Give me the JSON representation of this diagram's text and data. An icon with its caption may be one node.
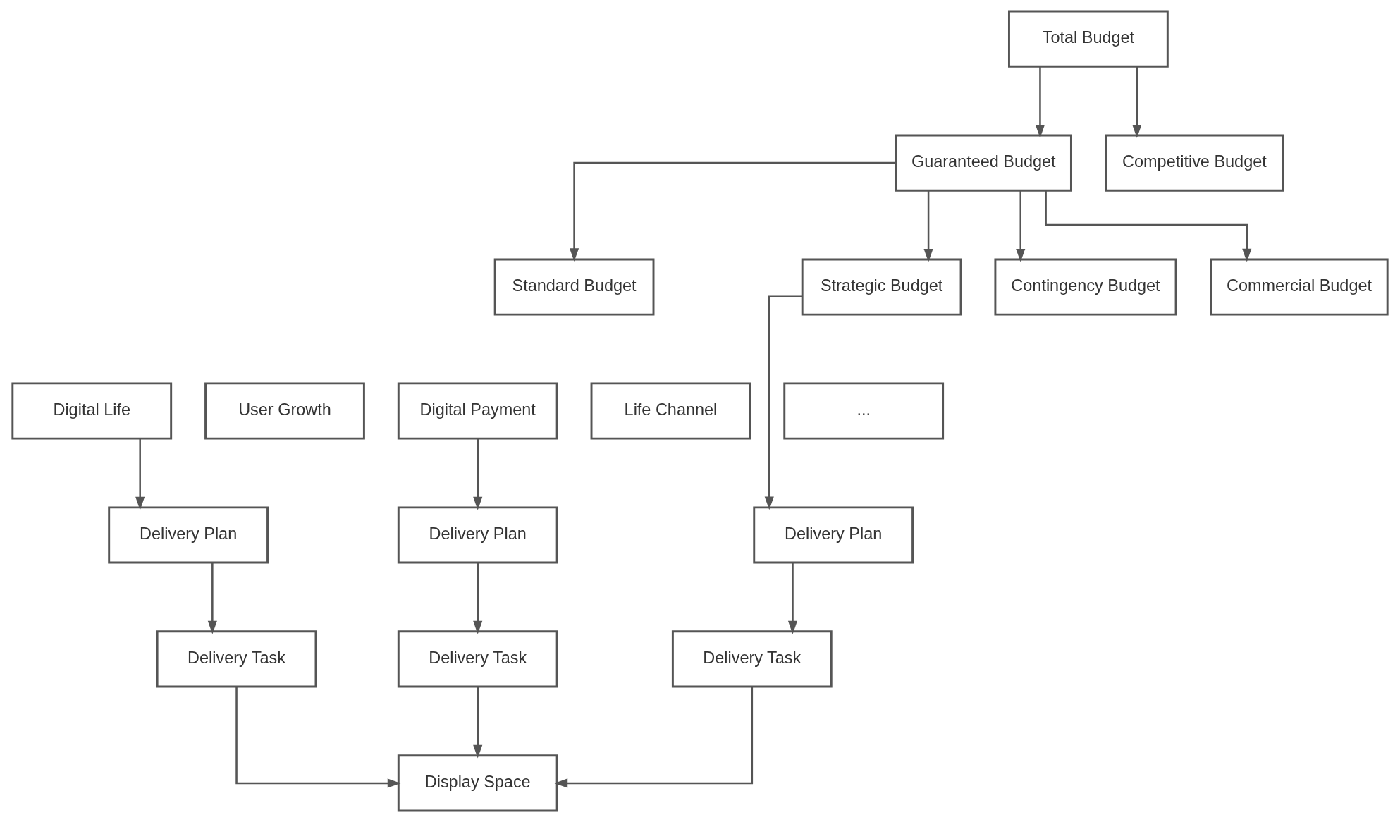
{
  "diagram": {
    "nodes": [
      {
        "text": [
          "Total Budget"
        ]
      },
      {
        "text": [
          "Guaranteed Budget"
        ]
      },
      {
        "text": [
          "Competitive Budget"
        ]
      },
      {
        "text": [
          "Standard Budget"
        ]
      },
      {
        "text": [
          "Strategic Budget"
        ]
      },
      {
        "text": [
          "Contingency Budget"
        ]
      },
      {
        "text": [
          "Commercial Budget"
        ]
      },
      {
        "text": [
          "Digital Life"
        ]
      },
      {
        "text": [
          "User Growth"
        ]
      },
      {
        "text": [
          "Digital Payment"
        ]
      },
      {
        "text": [
          "Life Channel"
        ]
      },
      {
        "text": [
          "..."
        ]
      },
      {
        "text": [
          "Delivery Plan"
        ]
      },
      {
        "text": [
          "Delivery Plan"
        ]
      },
      {
        "text": [
          "Delivery Plan"
        ]
      },
      {
        "text": [
          "Delivery Task"
        ]
      },
      {
        "text": [
          "Delivery Task"
        ]
      },
      {
        "text": [
          "Delivery Task"
        ]
      },
      {
        "text": [
          "Display Space"
        ]
      }
    ],
    "edges": [
      {
        "from": 0,
        "to": 1,
        "arrow": "to"
      },
      {
        "from": 0,
        "to": 2,
        "arrow": "to"
      },
      {
        "from": 1,
        "to": 3,
        "arrow": "to"
      },
      {
        "from": 1,
        "to": 4,
        "arrow": "to"
      },
      {
        "from": 1,
        "to": 5,
        "arrow": "to"
      },
      {
        "from": 1,
        "to": 6,
        "arrow": "to"
      },
      {
        "from": 7,
        "to": 12,
        "arrow": "to"
      },
      {
        "from": 12,
        "to": 15,
        "arrow": "to"
      },
      {
        "from": 15,
        "to": 18,
        "arrow": "to"
      },
      {
        "from": 9,
        "to": 13,
        "arrow": "to"
      },
      {
        "from": 13,
        "to": 16,
        "arrow": "to"
      },
      {
        "from": 16,
        "to": 18,
        "arrow": "to"
      },
      {
        "from": 4,
        "to": 14,
        "arrow": "to"
      },
      {
        "from": 14,
        "to": 17,
        "arrow": "to"
      },
      {
        "from": 17,
        "to": 18,
        "arrow": "to"
      }
    ]
  }
}
